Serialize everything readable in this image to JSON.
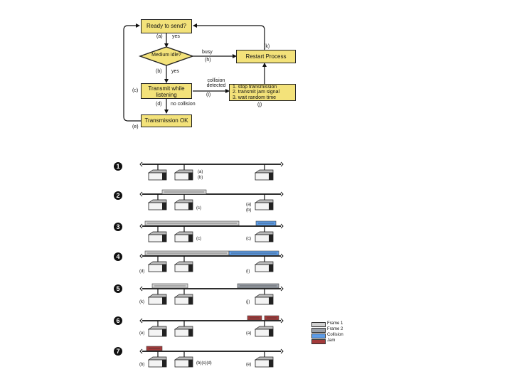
{
  "flowchart": {
    "ready": "Ready to send?",
    "medium": "Medium idle?",
    "transmit": "Transmit while listening",
    "ok": "Transmission OK",
    "restart": "Restart Process",
    "collision_steps": [
      "1. stop transmission",
      "2. transmit jam signal",
      "3. wait random time"
    ],
    "labels": {
      "a": "(a)",
      "yes1": "yes",
      "b": "(b)",
      "yes2": "yes",
      "busy": "busy",
      "h": "(h)",
      "c": "(c)",
      "collision": "collision detected",
      "i": "(i)",
      "d": "(d)",
      "no_collision": "no collision",
      "e": "(e)",
      "k": "(k)",
      "j": "(j)"
    }
  },
  "sequence": {
    "steps": [
      "1",
      "2",
      "3",
      "4",
      "5",
      "6",
      "7"
    ],
    "annotations": {
      "s1": [
        "(a)",
        "(b)"
      ],
      "s2": [
        "(c)",
        "(a)",
        "(b)"
      ],
      "s3": [
        "(c)",
        "(c)"
      ],
      "s4": [
        "(d)",
        "(i)"
      ],
      "s5": [
        "(k)",
        "(j)"
      ],
      "s6": [
        "(e)",
        "(a)"
      ],
      "s7": [
        "(b)",
        "(b)(c)(d)",
        "(e)"
      ]
    }
  },
  "legend": [
    {
      "label": "Frame 1",
      "color": "#d0d0d0"
    },
    {
      "label": "Frame 2",
      "color": "#9aa0a8"
    },
    {
      "label": "Collision",
      "color": "#5d9de8"
    },
    {
      "label": "Jam",
      "color": "#a33a3a"
    }
  ],
  "colors": {
    "box": "#f3e27a",
    "bus": "#111111",
    "frame": "#c8c8c8",
    "collision": "#5d9de8",
    "jam": "#a33a3a"
  }
}
